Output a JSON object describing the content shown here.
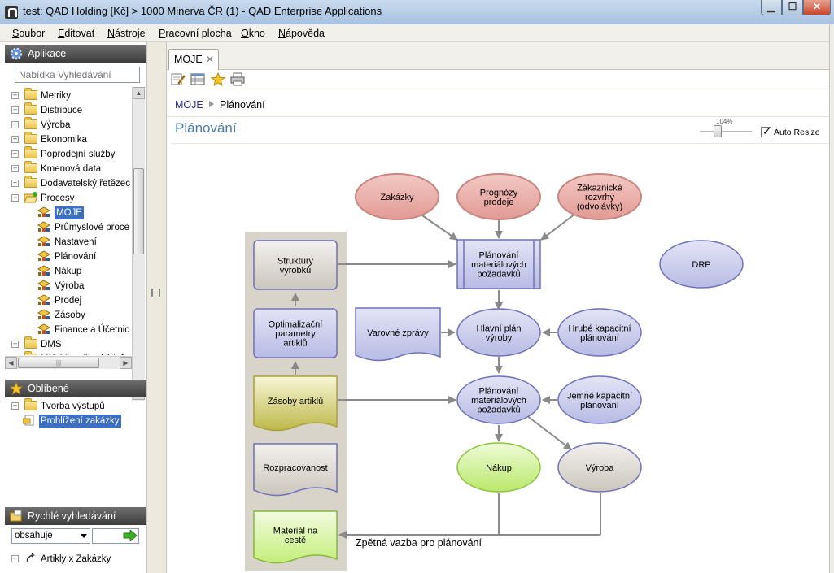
{
  "window": {
    "title": "test: QAD Holding [Kč] > 1000 Minerva ČR (1) - QAD Enterprise Applications",
    "minimize_glyph": "▁",
    "maximize_glyph": "☐",
    "close_glyph": "✕"
  },
  "menu": [
    "Soubor",
    "Editovat",
    "Nástroje",
    "Pracovní plocha",
    "Okno",
    "Nápověda"
  ],
  "sidebar": {
    "apps_title": "Aplikace",
    "search_placeholder": "Nabídka Vyhledávání",
    "tree": [
      {
        "label": "Metriky",
        "type": "folder",
        "expander": "+"
      },
      {
        "label": "Distribuce",
        "type": "folder",
        "expander": "+"
      },
      {
        "label": "Výroba",
        "type": "folder",
        "expander": "+"
      },
      {
        "label": "Ekonomika",
        "type": "folder",
        "expander": "+"
      },
      {
        "label": "Poprodejní služby",
        "type": "folder",
        "expander": "+"
      },
      {
        "label": "Kmenová data",
        "type": "folder",
        "expander": "+"
      },
      {
        "label": "Dodavatelský řetězec",
        "type": "folder",
        "expander": "+"
      },
      {
        "label": "Procesy",
        "type": "open-folder",
        "expander": "−"
      },
      {
        "label": "MOJE",
        "type": "process",
        "selected": true
      },
      {
        "label": "Průmyslové proce",
        "type": "process"
      },
      {
        "label": "Nastavení",
        "type": "process"
      },
      {
        "label": "Plánování",
        "type": "process"
      },
      {
        "label": "Nákup",
        "type": "process"
      },
      {
        "label": "Výroba",
        "type": "process"
      },
      {
        "label": "Prodej",
        "type": "process"
      },
      {
        "label": "Zásoby",
        "type": "process"
      },
      {
        "label": "Finance a Účetnic",
        "type": "process"
      },
      {
        "label": "DMS",
        "type": "folder",
        "expander": "+"
      },
      {
        "label": "MIS Manažerský Infor",
        "type": "folder",
        "expander": "+"
      }
    ],
    "favorites_title": "Oblíbené",
    "favorites": [
      {
        "label": "Tvorba výstupů",
        "expander": "+"
      },
      {
        "label": "Prohlížení zakázky",
        "selected": true
      }
    ],
    "quick_title": "Rychlé vyhledávání",
    "quick_combo": "obsahuje",
    "quick_items": [
      {
        "label": "Artikly x Zakázky",
        "expander": "+"
      }
    ],
    "hscroll_grip": "|||"
  },
  "tabs": [
    {
      "label": "MOJE",
      "close": "✕"
    }
  ],
  "breadcrumb": {
    "root": "MOJE",
    "current": "Plánování"
  },
  "page": {
    "title": "Plánování",
    "zoom": "104%",
    "auto_resize_label": "Auto Resize",
    "auto_resize_checked": true
  },
  "diagram": {
    "nodes": {
      "zakazky": [
        "Zakázky"
      ],
      "prognozy": [
        "Prognózy",
        "prodeje"
      ],
      "zakaznicke": [
        "Zákaznické",
        "rozvrhy",
        "(odvolávky)"
      ],
      "mrp_top": [
        "Plánování",
        "materiálových",
        "požadavků"
      ],
      "drp": [
        "DRP"
      ],
      "struktury": [
        "Struktury",
        "výrobků"
      ],
      "optimalizacni": [
        "Optimalizační",
        "parametry",
        "artiklů"
      ],
      "varovne": [
        "Varovné zprávy"
      ],
      "hlavni": [
        "Hlavní plán",
        "výroby"
      ],
      "hrube": [
        "Hrubé kapacitní",
        "plánování"
      ],
      "zasoby": [
        "Zásoby artiklů"
      ],
      "mrp2": [
        "Plánování",
        "materiálových",
        "požadavků"
      ],
      "jemne": [
        "Jemné kapacitní",
        "plánování"
      ],
      "rozpracovanost": [
        "Rozpracovanost"
      ],
      "nakup": [
        "Nákup"
      ],
      "vyroba": [
        "Výroba"
      ],
      "material": [
        "Materiál na",
        "cestě"
      ]
    },
    "feedback_label": "Zpětná vazba pro plánování",
    "colors": {
      "red_fill": "#e8a7a3",
      "blue_fill": "#c9cbec",
      "blue_stroke": "#6e72b8",
      "gray_fill": "#d8d4cc",
      "yellow_fill": "#c9c45c",
      "green_fill": "#c7ef6e",
      "column_bg": "#d8d4ca",
      "arrow": "#8a8a8a"
    }
  }
}
